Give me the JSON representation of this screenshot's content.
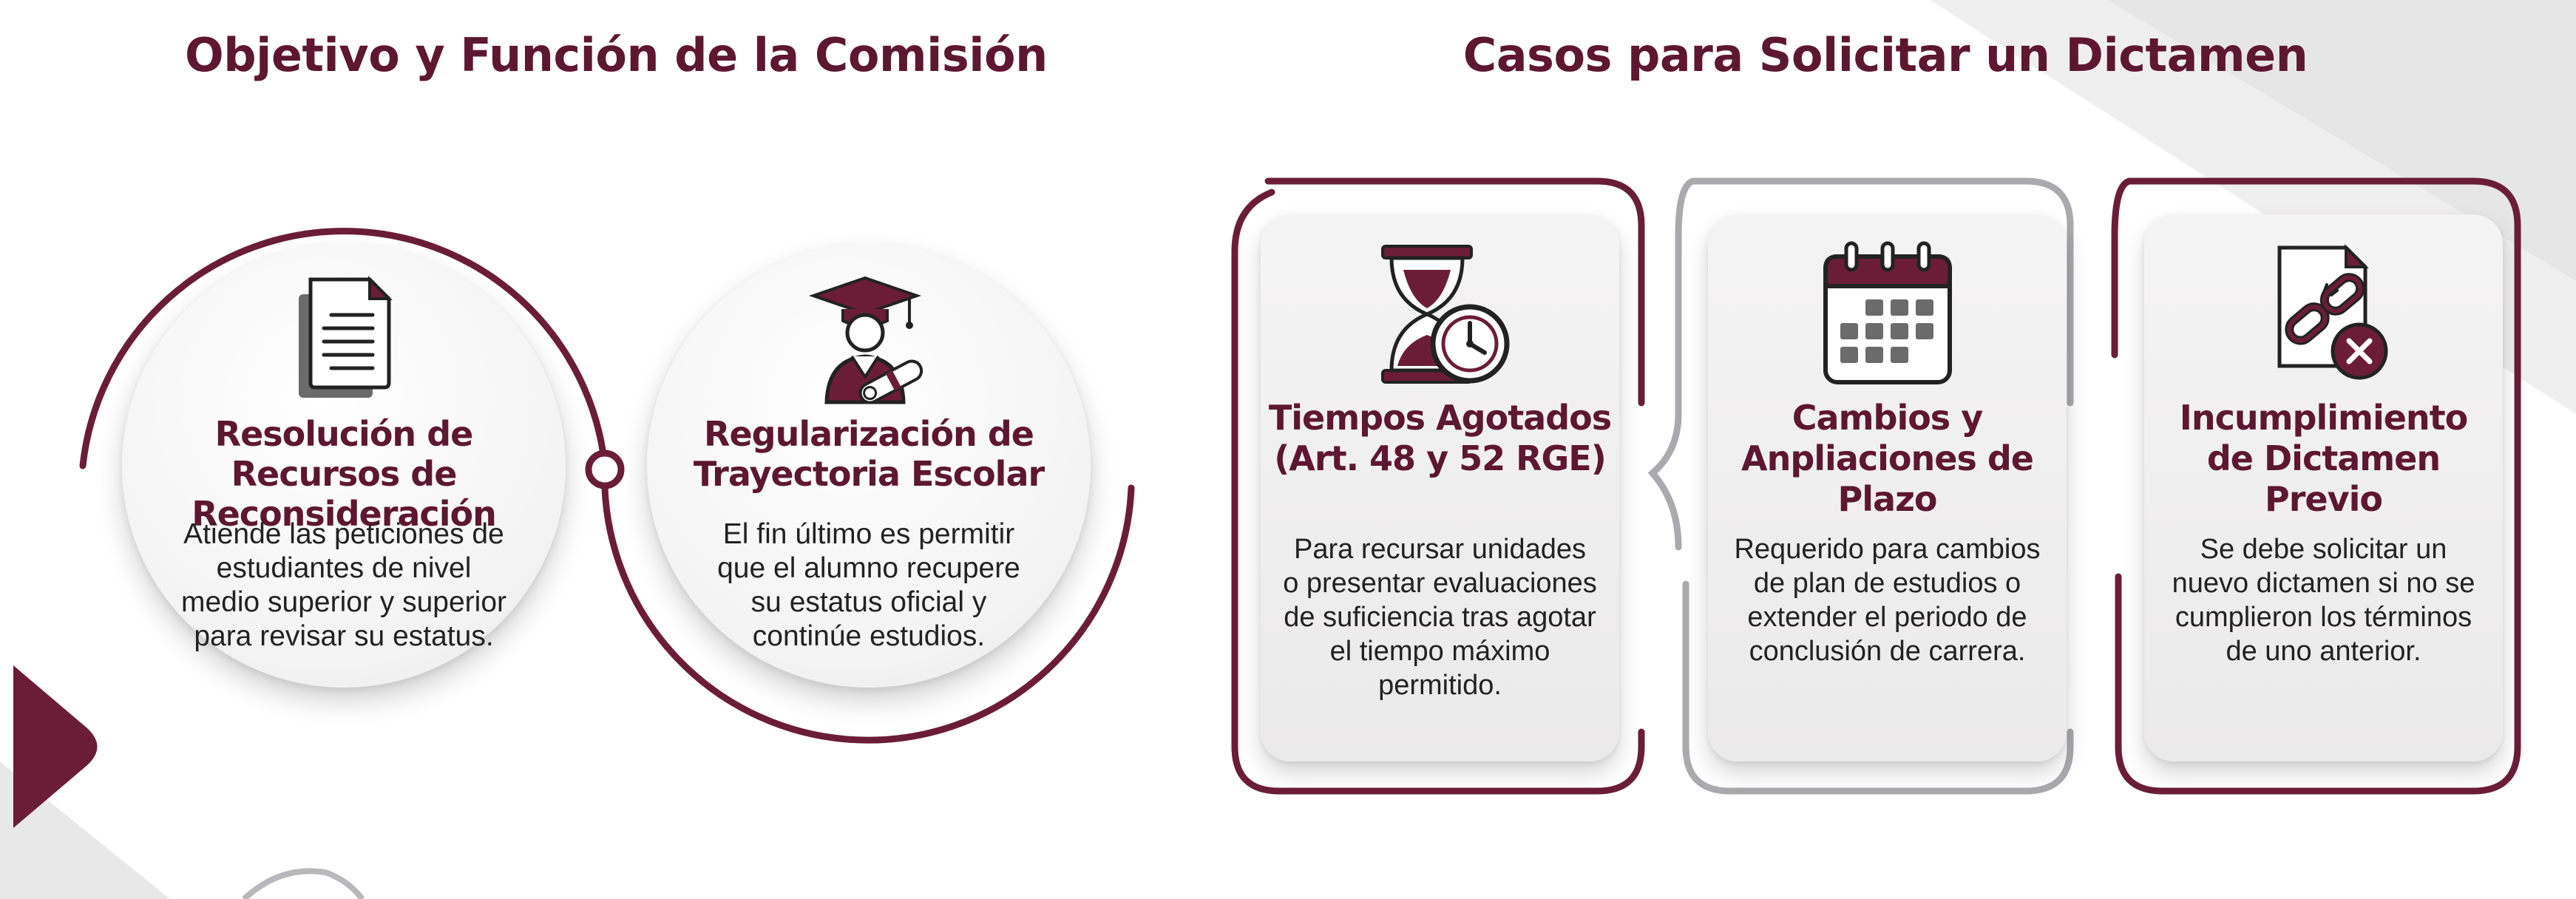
{
  "left_section": {
    "title": "Objetivo y Función de la Comisión",
    "items": [
      {
        "title": "Resolución de Recursos de Reconsideración",
        "description": "Atiende las peticiones de estudiantes de nivel medio superior y superior para revisar su estatus.",
        "icon": "document-icon"
      },
      {
        "title": "Regularización de Trayectoria Escolar",
        "description": "El fin último es permitir que el alumno recupere su estatus oficial y continúe estudios.",
        "icon": "graduate-icon"
      }
    ]
  },
  "right_section": {
    "title": "Casos para Solicitar un Dictamen",
    "cases": [
      {
        "title": "Tiempos Agotados (Art. 48 y 52 RGE)",
        "description": "Para recursar unidades o presentar evaluaciones de suficiencia tras agotar el tiempo máximo permitido.",
        "icon": "hourglass-clock-icon"
      },
      {
        "title": "Cambios y Anpliaciones de Plazo",
        "description": "Requerido para cambios de plan de estudios o extender el periodo de conclusión de carrera.",
        "icon": "calendar-icon"
      },
      {
        "title": "Incumplimiento de Dictamen Previo",
        "description": "Se debe solicitar un nuevo dictamen si no se cumplieron los términos de uno anterior.",
        "icon": "broken-link-document-icon"
      }
    ]
  },
  "colors": {
    "brand": "#5e1730",
    "brand_dark": "#4a1226",
    "accent_gray": "#a9a9ae",
    "text": "#222222",
    "card_bg": "#f1f0f0"
  }
}
